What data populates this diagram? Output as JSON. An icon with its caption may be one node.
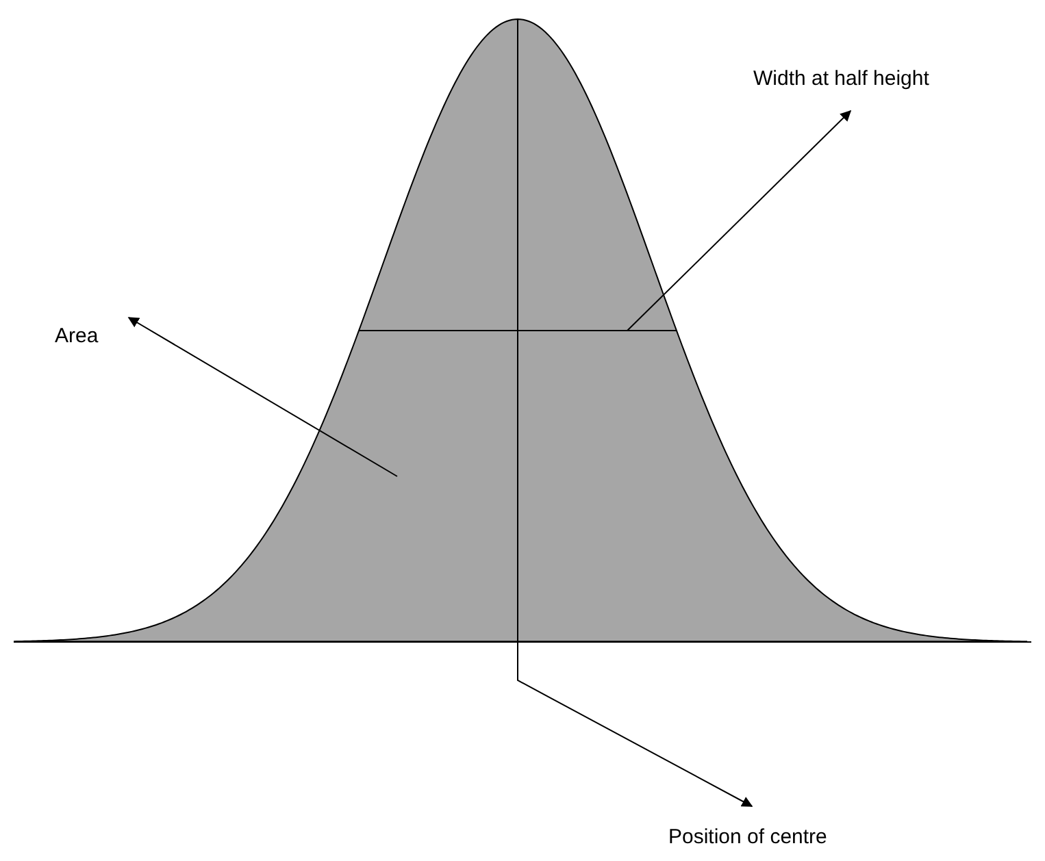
{
  "diagram": {
    "nodes": [
      {
        "text": [
          "Width at half height"
        ]
      },
      {
        "text": [
          "Area"
        ]
      },
      {
        "text": [
          "Position of centre"
        ]
      },
      {
        "text": [],
        "shape": "picture"
      },
      {
        "text": [],
        "shape": "bar",
        "in": 3
      },
      {
        "text": [],
        "shape": "bar",
        "in": 3
      }
    ],
    "edges": [
      {
        "from": 4,
        "to": 0,
        "arrow": "to"
      },
      {
        "from": 3,
        "to": 1,
        "arrow": "to"
      },
      {
        "from": 5,
        "to": 2,
        "arrow": "to"
      }
    ]
  }
}
